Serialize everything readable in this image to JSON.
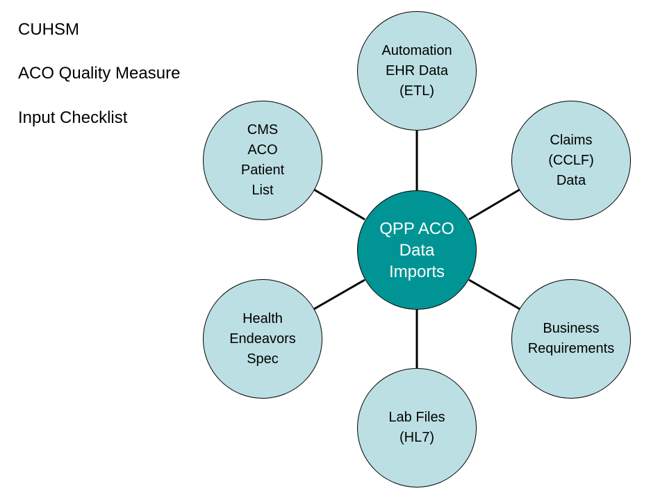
{
  "title_lines": [
    "CUHSM",
    "ACO Quality Measure",
    "Input Checklist"
  ],
  "diagram": {
    "type": "hub-and-spoke",
    "colors": {
      "hub_fill": "#009494",
      "hub_text": "#ffffff",
      "spoke_fill": "#bcdfe3",
      "spoke_text": "#000000",
      "connector": "#000000"
    },
    "hub": {
      "label": "QPP ACO\nData\nImports"
    },
    "spokes": [
      {
        "id": "automation",
        "label": "Automation\nEHR Data\n(ETL)"
      },
      {
        "id": "claims",
        "label": "Claims\n(CCLF)\nData"
      },
      {
        "id": "business",
        "label": "Business\nRequirements"
      },
      {
        "id": "lab",
        "label": "Lab Files\n(HL7)"
      },
      {
        "id": "health",
        "label": "Health\nEndeavors\nSpec"
      },
      {
        "id": "cms",
        "label": "CMS\nACO\nPatient\nList"
      }
    ]
  }
}
